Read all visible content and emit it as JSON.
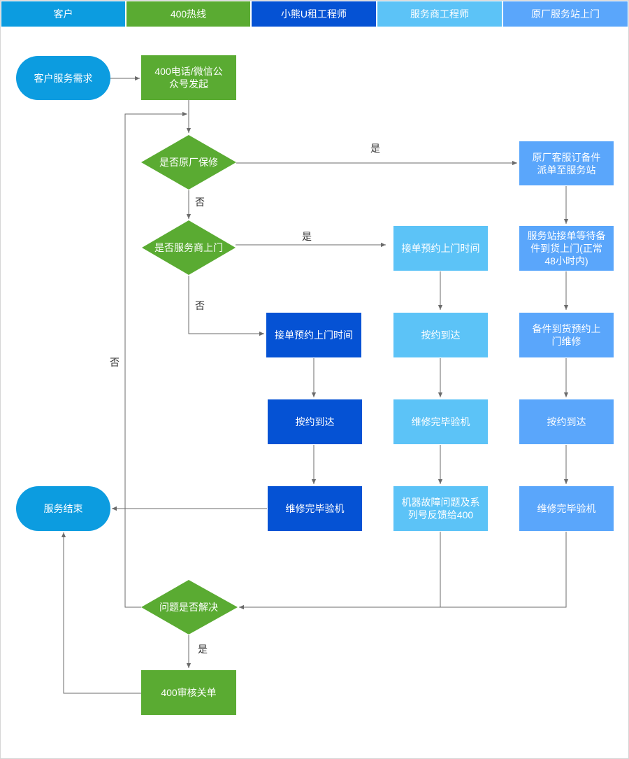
{
  "lanes": [
    {
      "label": "客户",
      "color": "#0c9ce0"
    },
    {
      "label": "400热线",
      "color": "#5aab32"
    },
    {
      "label": "小熊U租工程师",
      "color": "#0552d4"
    },
    {
      "label": "服务商工程师",
      "color": "#5cc3f7"
    },
    {
      "label": "原厂服务站上门",
      "color": "#5aa6fb"
    }
  ],
  "nodes": {
    "customer_need": "客户服务需求",
    "start_400": "400电话/微信公众号发起",
    "is_oem_warranty": "是否原厂保修",
    "is_provider_visit": "是否服务商上门",
    "uzu_schedule": "接单预约上门时间",
    "uzu_arrive": "按约到达",
    "uzu_repair": "维修完毕验机",
    "service_end": "服务结束",
    "provider_schedule": "接单预约上门时间",
    "provider_arrive": "按约到达",
    "provider_repair": "维修完毕验机",
    "provider_feedback": "机器故障问题及系列号反馈给400",
    "oem_order": "原厂客服订备件派单至服务站",
    "oem_accept": "服务站接单等待备件到货上门(正常48小时内)",
    "oem_schedule": "备件到货预约上门维修",
    "oem_arrive": "按约到达",
    "oem_repair": "维修完毕验机",
    "is_resolved": "问题是否解决",
    "close_400": "400审核关单"
  },
  "edge_labels": {
    "yes_oem": "是",
    "no_oem": "否",
    "yes_provider": "是",
    "no_provider": "否",
    "no_resolved": "否",
    "yes_resolved": "是"
  },
  "colors": {
    "green": "#5aab32",
    "uzu_blue": "#0552d4",
    "provider_blue": "#5cc3f7",
    "oem_blue": "#5aa6fb",
    "customer_blue": "#0c9ce0",
    "line": "#6b6b6b"
  }
}
